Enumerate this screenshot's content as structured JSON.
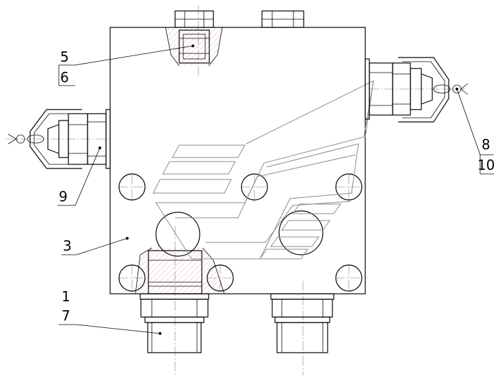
{
  "callouts": [
    {
      "id": "c5",
      "text": "5"
    },
    {
      "id": "c6",
      "text": "6"
    },
    {
      "id": "c9",
      "text": "9"
    },
    {
      "id": "c3",
      "text": "3"
    },
    {
      "id": "c1",
      "text": "1"
    },
    {
      "id": "c7",
      "text": "7"
    },
    {
      "id": "c8",
      "text": "8"
    },
    {
      "id": "c10",
      "text": "10"
    }
  ]
}
